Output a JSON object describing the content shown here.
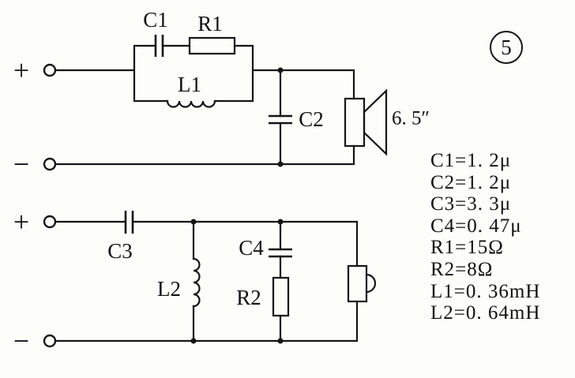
{
  "figure": {
    "number": "5"
  },
  "top_circuit": {
    "plus": "+",
    "minus": "−",
    "c1": "C1",
    "r1": "R1",
    "l1": "L1",
    "c2": "C2",
    "speaker_size": "6. 5″"
  },
  "bottom_circuit": {
    "plus": "+",
    "minus": "−",
    "c3": "C3",
    "l2": "L2",
    "c4": "C4",
    "r2": "R2"
  },
  "values": [
    "C1=1. 2μ",
    "C2=1. 2μ",
    "C3=3. 3μ",
    "C4=0. 47μ",
    "R1=15Ω",
    "R2=8Ω",
    "L1=0. 36mH",
    "L2=0. 64mH"
  ]
}
